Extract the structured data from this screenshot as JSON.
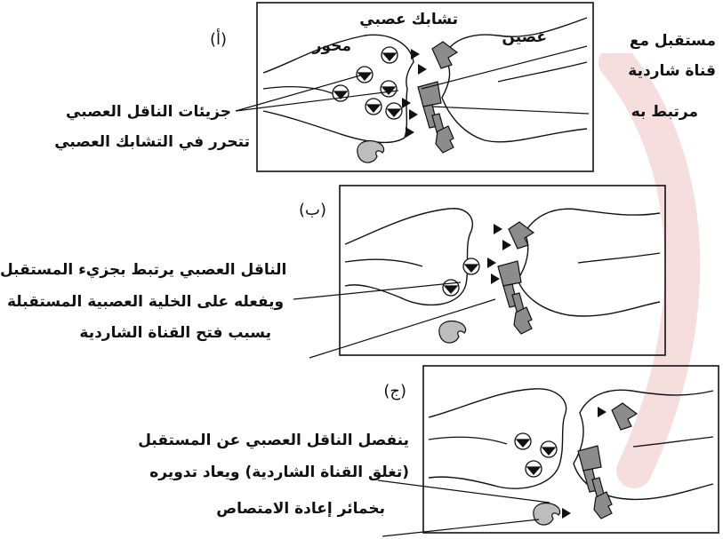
{
  "panels": {
    "a": {
      "tag": "(أ)",
      "synapse": "تشابك عصبي",
      "dendrite": "غصين",
      "axon": "محور",
      "receptor_line1": "مستقبل مع",
      "receptor_line2": "قناة شاردية",
      "receptor_line3": "مرتبط به",
      "molecules": "جزيئات الناقل العصبي",
      "released": "تتحرر في التشابك العصبي"
    },
    "b": {
      "tag": "(ب)",
      "line1": "الناقل العصبي يرتبط بجزيء المستقبل",
      "line2": "ويفعله على الخلية العصبية المستقبلة",
      "line3": "يسبب فتح القناة الشاردية"
    },
    "c": {
      "tag": "(ج)",
      "line1": "ينفصل الناقل العصبي عن المستقبل",
      "line2": "(تغلق القناة الشاردية) ويعاد تدويره",
      "line3": "بخمائر إعادة الامتصاص"
    }
  },
  "colors": {
    "stroke": "#111111",
    "receptor": "#8c8c8c",
    "enzyme": "#bdbdbd",
    "watermark": "#f3d5d5"
  }
}
